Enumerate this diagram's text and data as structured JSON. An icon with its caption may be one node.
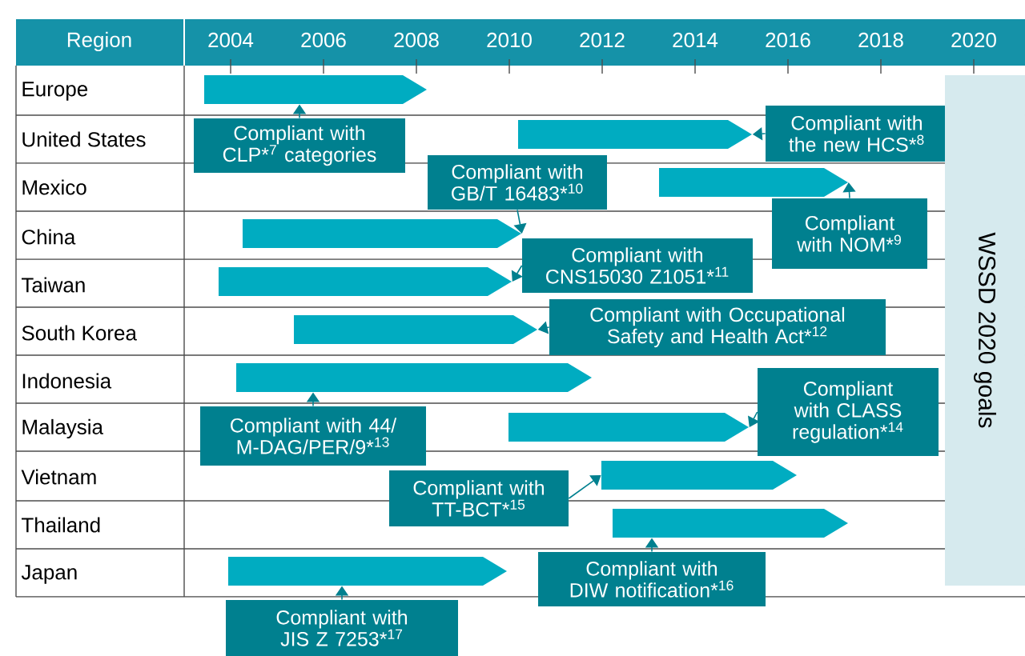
{
  "diagram": {
    "nodes": [
      {
        "text": [],
        "shape": "bar"
      },
      {
        "text": [
          "Compliant with CLP*$^{7}$ categories"
        ]
      },
      {
        "text": [],
        "shape": "bar"
      },
      {
        "text": [
          "Compliant with the new HCS*$^{8}$"
        ]
      },
      {
        "text": [
          "Compliant with GB/T 16483*$^{10}$"
        ]
      },
      {
        "text": [],
        "shape": "bar"
      },
      {
        "text": [
          "Compliant with NOM*$^{9}$"
        ]
      },
      {
        "text": [],
        "shape": "bar"
      },
      {
        "text": [],
        "shape": "bar"
      },
      {
        "text": [
          "Compliant with CNS15030 Z1051*$^{11}$"
        ]
      },
      {
        "text": [],
        "shape": "bar"
      },
      {
        "text": [
          "Compliant with Occupational Safety and Health Act*$^{12}$"
        ]
      },
      {
        "text": [],
        "shape": "bar"
      },
      {
        "text": [
          "Compliant with 44/ M-DAG/PER/9*$^{13}$"
        ]
      },
      {
        "text": [
          "Compliant with CLASS regulation*$^{14}$"
        ]
      },
      {
        "text": [],
        "shape": "bar"
      },
      {
        "text": [
          "Compliant with TT-BCT*$^{15}$"
        ]
      },
      {
        "text": [],
        "shape": "bar"
      },
      {
        "text": [],
        "shape": "bar"
      },
      {
        "text": [
          "Compliant with DIW notification*$^{16}$"
        ]
      },
      {
        "text": [],
        "shape": "bar"
      },
      {
        "text": [
          "Compliant with JIS Z 7253*$^{17}$"
        ]
      },
      {
        "text": [
          "WSSD 2020 goals"
        ]
      }
    ],
    "edges": [
      {
        "from": 1,
        "to": 0,
        "arrow": "to"
      },
      {
        "from": 3,
        "to": 2,
        "arrow": "to"
      },
      {
        "from": 4,
        "to": 7,
        "arrow": "to"
      },
      {
        "from": 6,
        "to": 5,
        "arrow": "to"
      },
      {
        "from": 9,
        "to": 8,
        "arrow": "to"
      },
      {
        "from": 11,
        "to": 10,
        "arrow": "to"
      },
      {
        "from": 13,
        "to": 12,
        "arrow": "to"
      },
      {
        "from": 14,
        "to": 15,
        "arrow": "to"
      },
      {
        "from": 16,
        "to": 17,
        "arrow": "to"
      },
      {
        "from": 19,
        "to": 18,
        "arrow": "to"
      },
      {
        "from": 21,
        "to": 20,
        "arrow": "to"
      }
    ],
    "labels": [
      "Region",
      "2004",
      "2006",
      "2008",
      "2010",
      "2012",
      "2014",
      "2016",
      "2018",
      "2020",
      "Europe",
      "United States",
      "Mexico",
      "China",
      "Taiwan",
      "South Korea",
      "Indonesia",
      "Malaysia",
      "Vietnam",
      "Thailand",
      "Japan"
    ]
  }
}
